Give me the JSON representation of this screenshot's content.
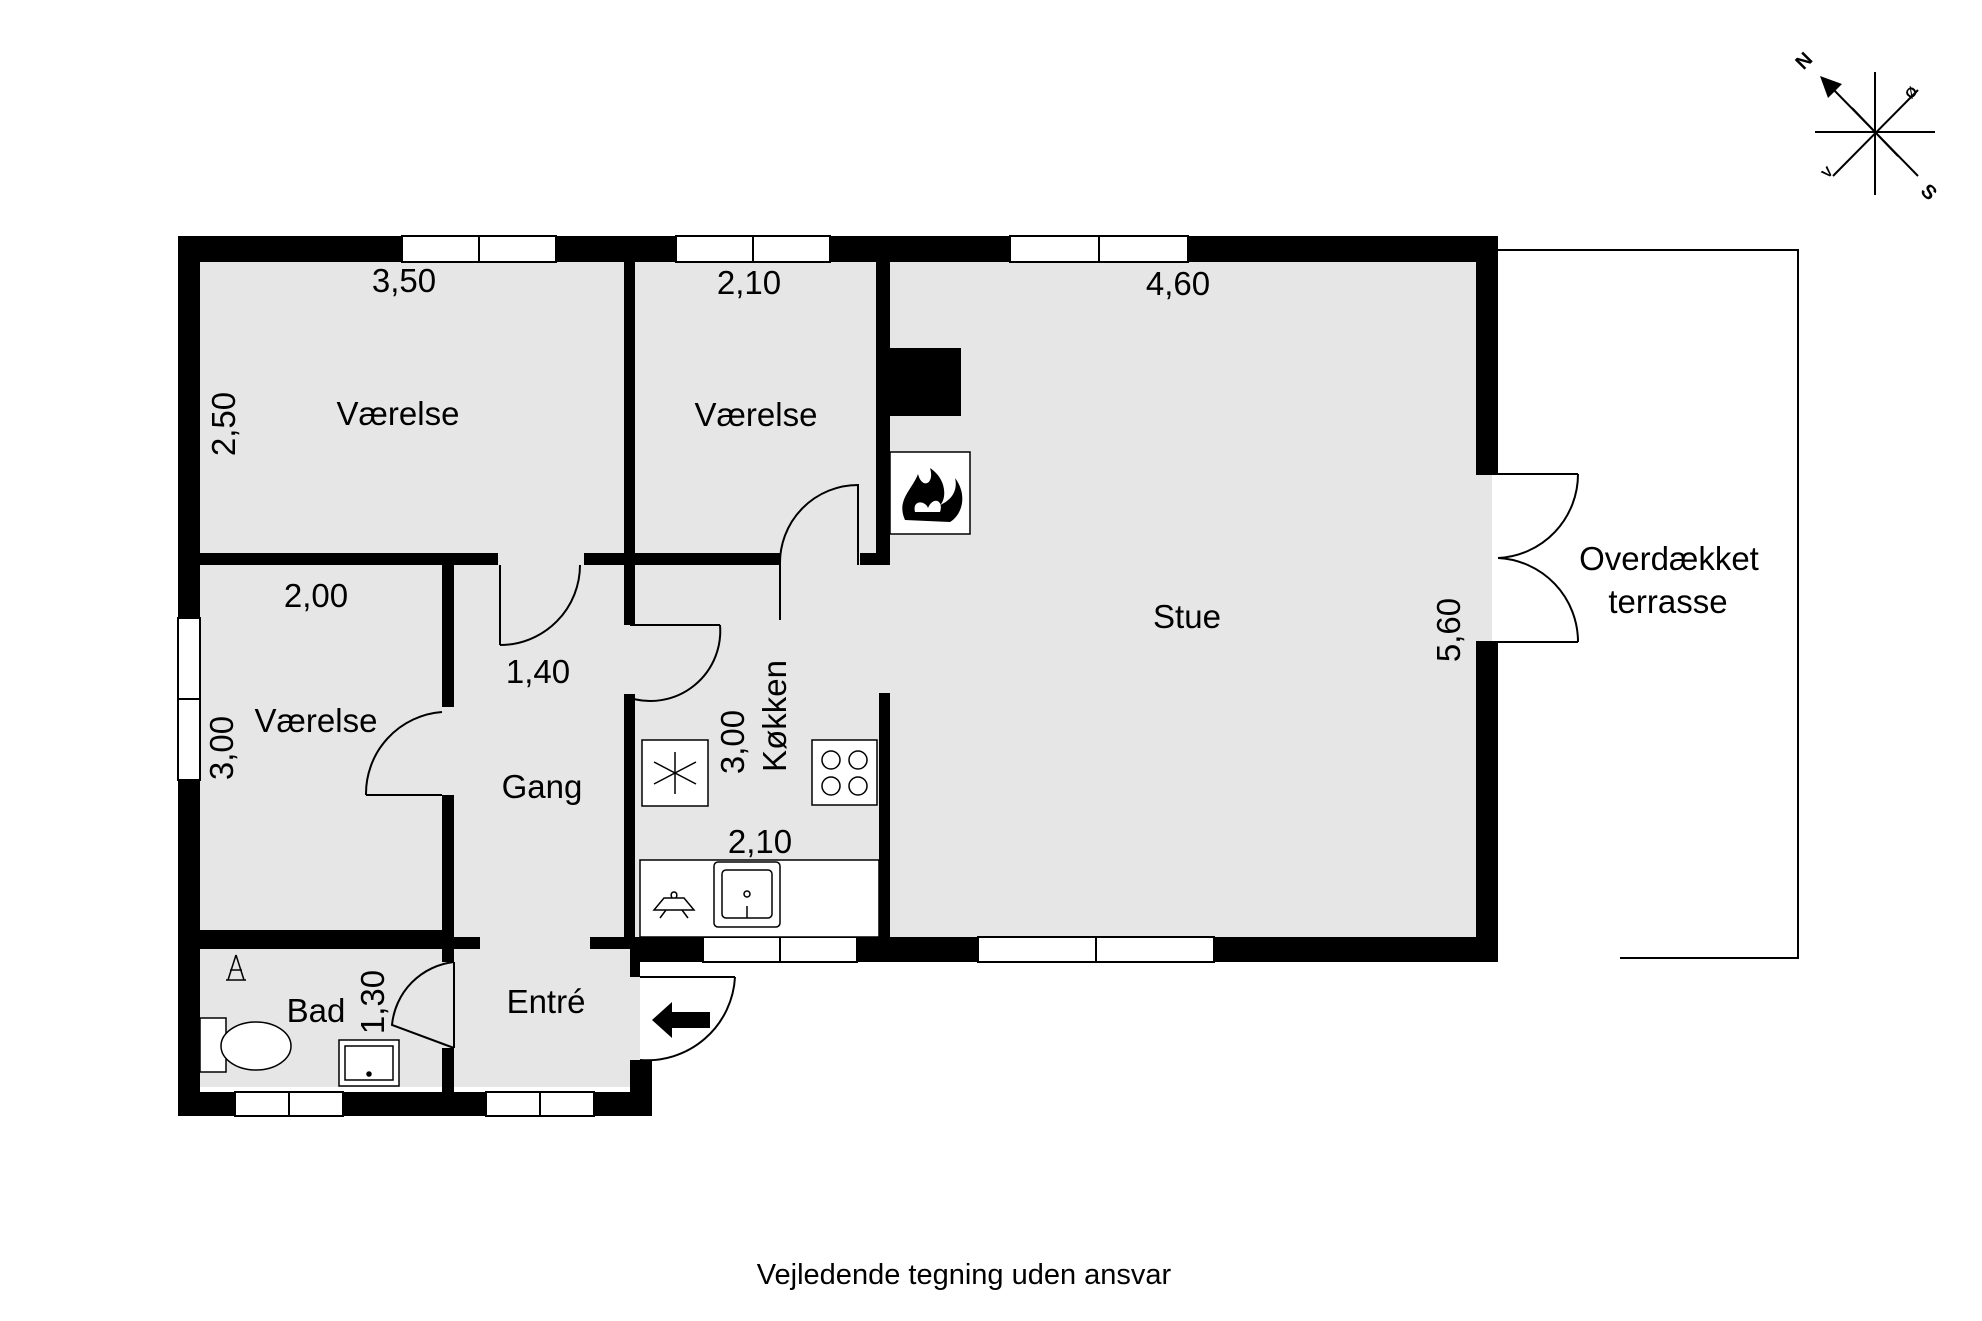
{
  "rooms": {
    "vaerelse_1": "Værelse",
    "vaerelse_2": "Værelse",
    "vaerelse_3": "Værelse",
    "stue": "Stue",
    "gang": "Gang",
    "koekken": "Køkken",
    "bad": "Bad",
    "entre": "Entré",
    "terrasse_line1": "Overdækket",
    "terrasse_line2": "terrasse"
  },
  "dimensions": {
    "vaerelse_1_width": "3,50",
    "vaerelse_1_depth": "2,50",
    "vaerelse_2_width": "2,10",
    "stue_width": "4,60",
    "stue_depth": "5,60",
    "vaerelse_3_width": "2,00",
    "vaerelse_3_depth": "3,00",
    "gang_width": "1,40",
    "koekken_depth": "3,00",
    "koekken_width": "2,10",
    "bad_depth": "1,30"
  },
  "compass": {
    "north": "N",
    "east": "Ø",
    "south": "S",
    "west": "V"
  },
  "icons": [
    "fireplace-icon",
    "freezer-icon",
    "stove-icon",
    "sink-icon",
    "washer-icon",
    "toilet-icon",
    "shower-icon",
    "entrance-arrow-icon",
    "compass-icon"
  ],
  "caption": "Vejledende tegning uden ansvar"
}
